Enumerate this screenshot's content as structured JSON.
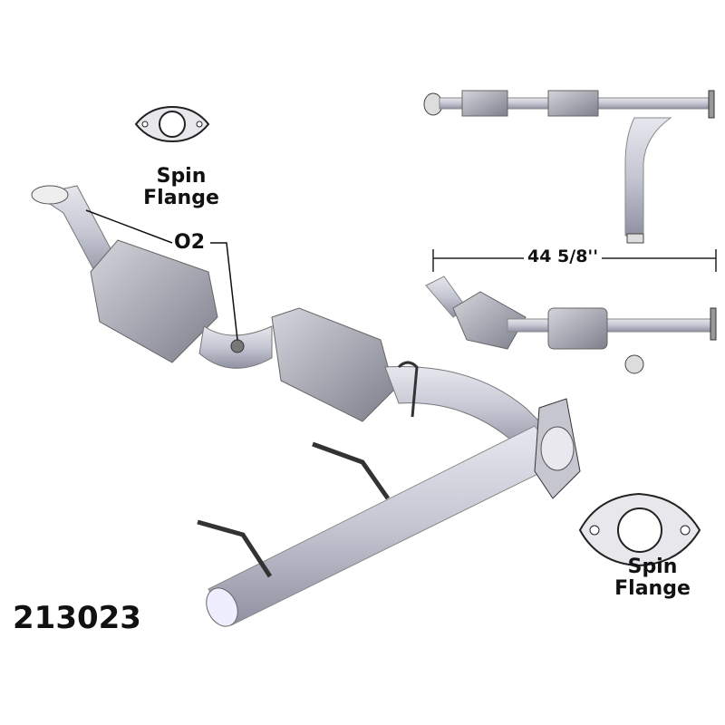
{
  "labels": {
    "spin_flange_top": "Spin Flange",
    "spin_flange_bottom": "Spin Flange",
    "o2": "O2",
    "dimension": "44 5/8''",
    "part_number": "213023"
  },
  "colors": {
    "pipe": "#c9cbd6",
    "pipe_shadow": "#8e90a0",
    "converter": "#a9aab4",
    "text": "#111111"
  }
}
